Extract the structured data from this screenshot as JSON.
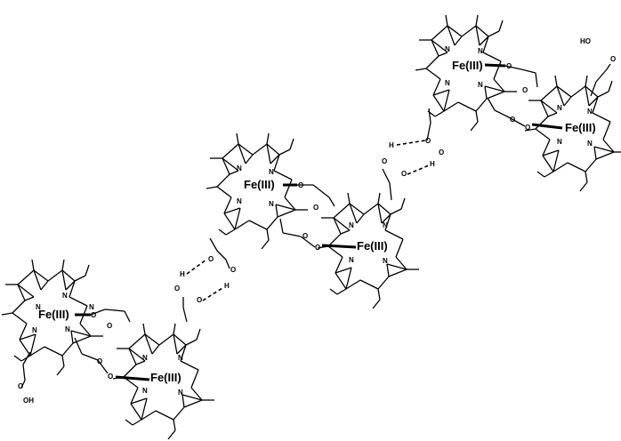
{
  "labels": {
    "fe": "Fe(III)",
    "n": "N",
    "o": "O",
    "h": "H",
    "oh": "OH",
    "ho": "HO"
  },
  "colors": {
    "ink": "#000000",
    "background": "#ffffff"
  }
}
